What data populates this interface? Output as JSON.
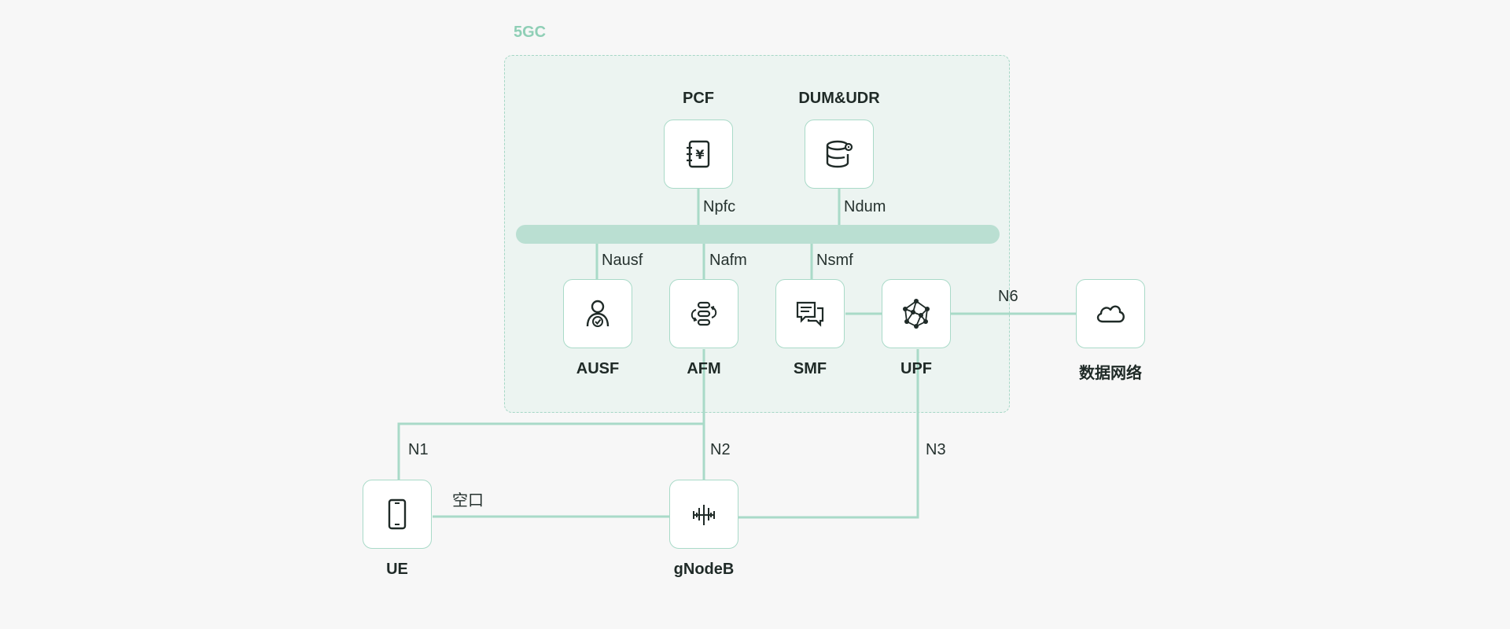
{
  "core": {
    "label": "5GC"
  },
  "nodes": {
    "pcf": {
      "label": "PCF",
      "icon": "ledger-yen-icon"
    },
    "dum": {
      "label": "DUM&UDR",
      "icon": "database-gear-icon"
    },
    "ausf": {
      "label": "AUSF",
      "icon": "user-check-icon"
    },
    "afm": {
      "label": "AFM",
      "icon": "stack-arrows-icon"
    },
    "smf": {
      "label": "SMF",
      "icon": "chat-bubbles-icon"
    },
    "upf": {
      "label": "UPF",
      "icon": "network-mesh-icon"
    },
    "dn": {
      "label": "数据网络",
      "icon": "cloud-icon"
    },
    "ue": {
      "label": "UE",
      "icon": "smartphone-icon"
    },
    "gnb": {
      "label": "gNodeB",
      "icon": "antenna-icon"
    }
  },
  "interfaces": {
    "npfc": "Npfc",
    "ndum": "Ndum",
    "nausf": "Nausf",
    "nafm": "Nafm",
    "nsmf": "Nsmf",
    "n6": "N6",
    "n1": "N1",
    "n2": "N2",
    "n3": "N3",
    "air": "空口"
  },
  "colors": {
    "accent": "#8fcfb6",
    "line": "#a9dac8",
    "bus": "#badfd2",
    "core_bg": "#ecf4f1",
    "icon": "#1f2a27"
  }
}
